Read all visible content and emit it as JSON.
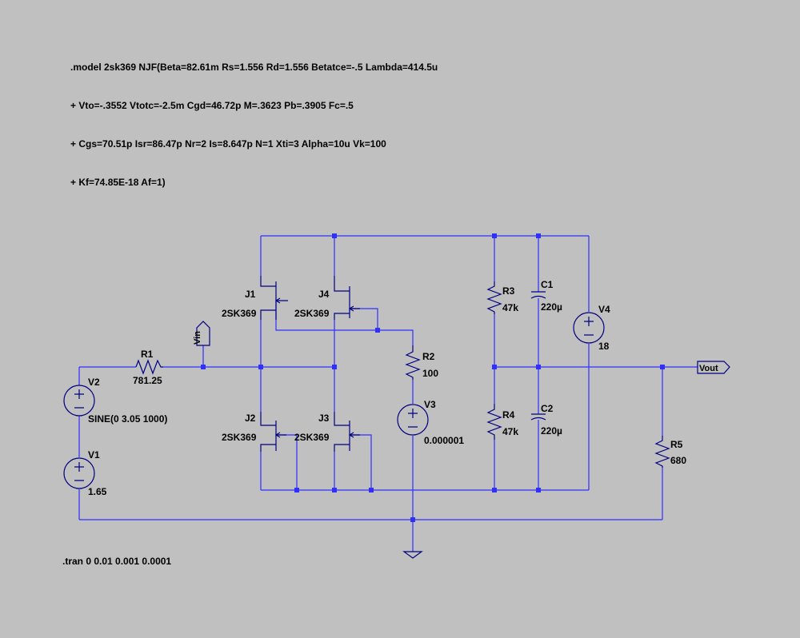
{
  "model_directive": {
    "lines": [
      ".model 2sk369 NJF(Beta=82.61m Rs=1.556 Rd=1.556 Betatce=-.5 Lambda=414.5u",
      "+ Vto=-.3552 Vtotc=-2.5m Cgd=46.72p M=.3623 Pb=.3905 Fc=.5",
      "+ Cgs=70.51p Isr=86.47p Nr=2 Is=8.647p N=1 Xti=3 Alpha=10u Vk=100",
      "+ Kf=74.85E-18 Af=1)"
    ]
  },
  "tran_directive": ".tran 0 0.01 0.001 0.0001",
  "components": {
    "J1": {
      "name": "J1",
      "value": "2SK369"
    },
    "J2": {
      "name": "J2",
      "value": "2SK369"
    },
    "J3": {
      "name": "J3",
      "value": "2SK369"
    },
    "J4": {
      "name": "J4",
      "value": "2SK369"
    },
    "R1": {
      "name": "R1",
      "value": "781.25"
    },
    "R2": {
      "name": "R2",
      "value": "100"
    },
    "R3": {
      "name": "R3",
      "value": "47k"
    },
    "R4": {
      "name": "R4",
      "value": "47k"
    },
    "R5": {
      "name": "R5",
      "value": "680"
    },
    "C1": {
      "name": "C1",
      "value": "220µ"
    },
    "C2": {
      "name": "C2",
      "value": "220µ"
    },
    "V1": {
      "name": "V1",
      "value": "1.65"
    },
    "V2": {
      "name": "V2",
      "value": "SINE(0 3.05 1000)"
    },
    "V3": {
      "name": "V3",
      "value": "0.000001"
    },
    "V4": {
      "name": "V4",
      "value": "18"
    }
  },
  "net_labels": {
    "vin": "Vin",
    "vout": "Vout"
  },
  "colors": {
    "background": "#c0c0c0",
    "wire": "#2f2fff",
    "component": "#000080",
    "text": "#000000"
  }
}
